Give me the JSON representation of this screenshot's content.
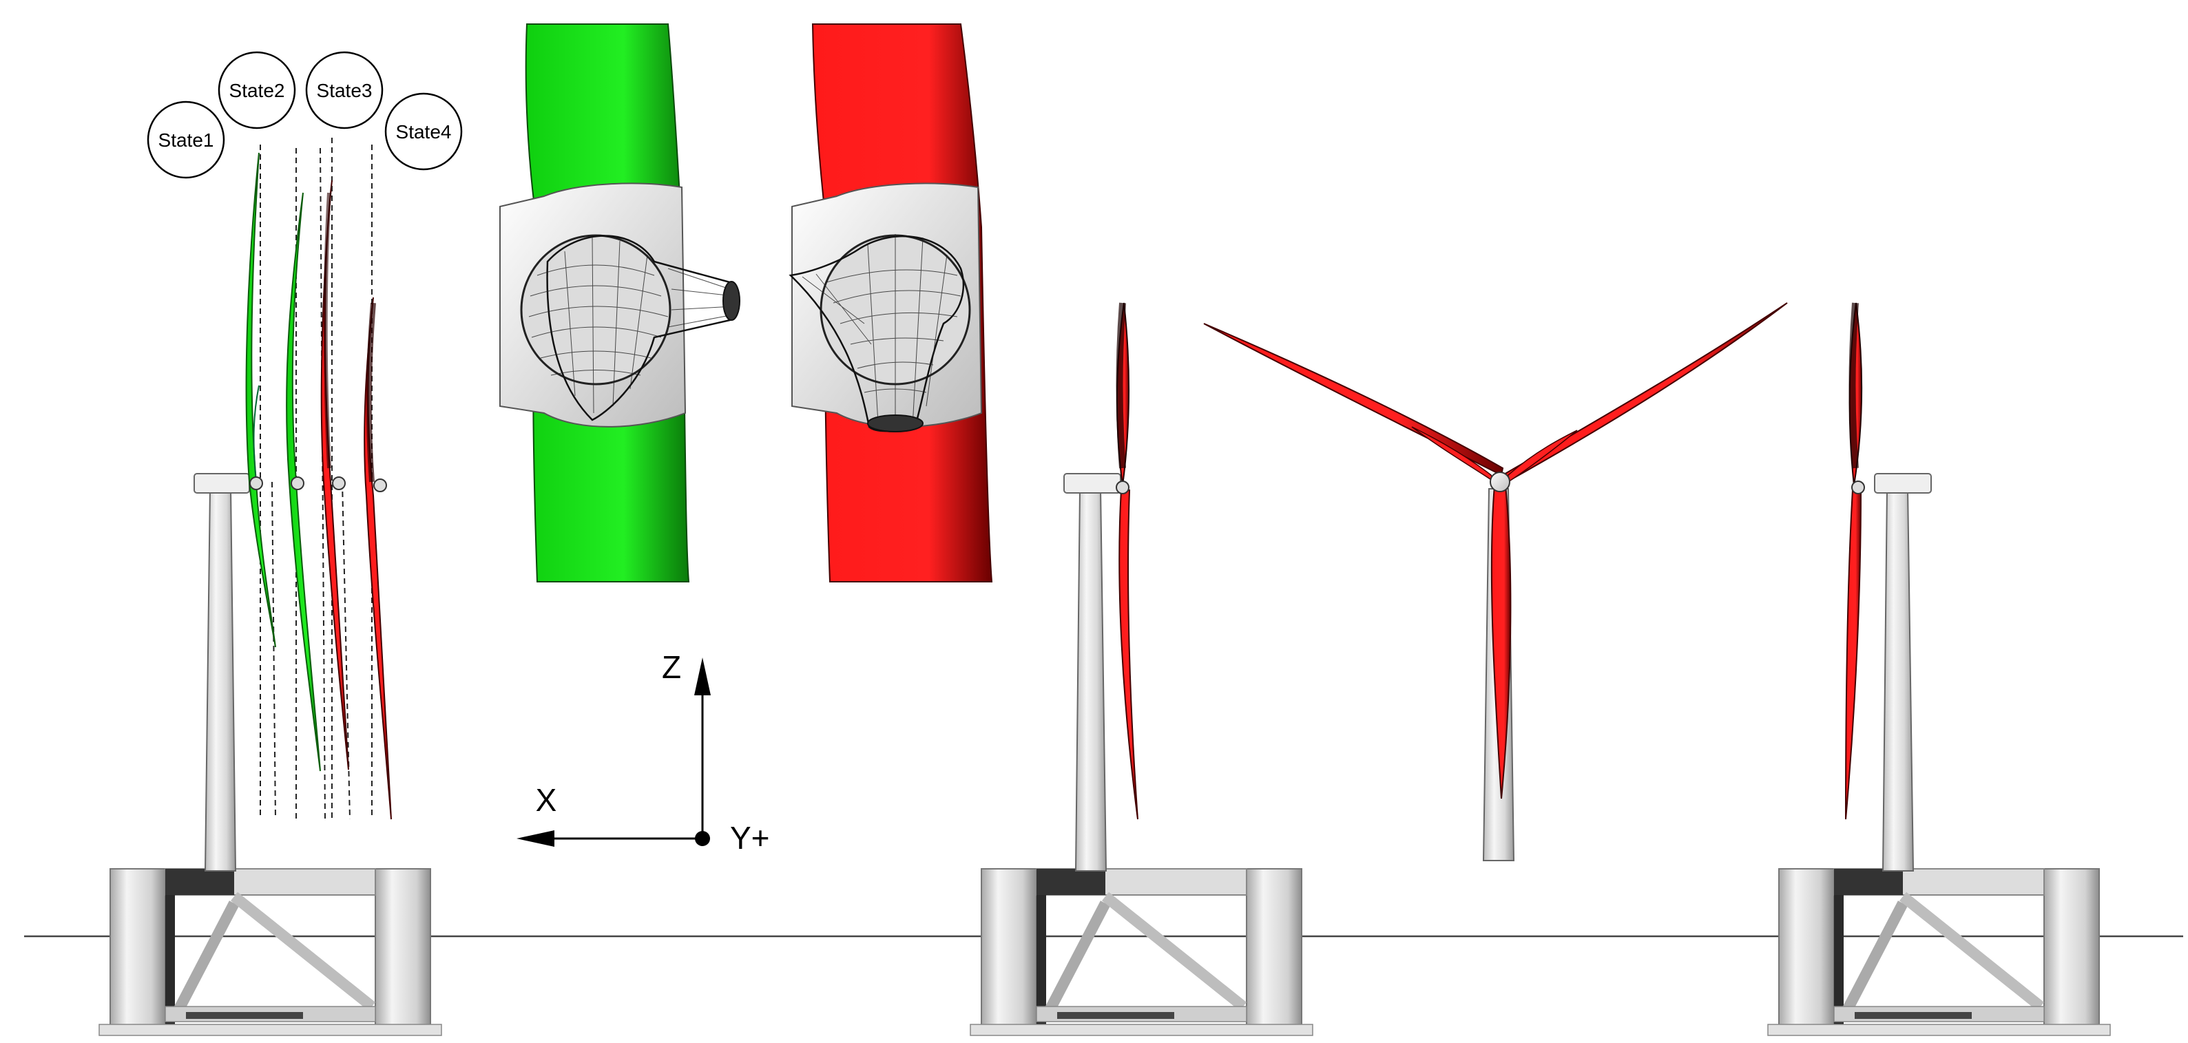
{
  "states": [
    {
      "label": "State1"
    },
    {
      "label": "State2"
    },
    {
      "label": "State3"
    },
    {
      "label": "State4"
    }
  ],
  "axes": {
    "z_label": "Z",
    "x_label": "X",
    "y_label": "Y+"
  },
  "colors": {
    "green_blade": "#19e619",
    "red_blade": "#ff1010",
    "dark_red": "#3a0000",
    "tower_light": "#eeeeee",
    "tower_mid": "#c8c8c8",
    "outline": "#555555",
    "waterline": "#444444"
  }
}
